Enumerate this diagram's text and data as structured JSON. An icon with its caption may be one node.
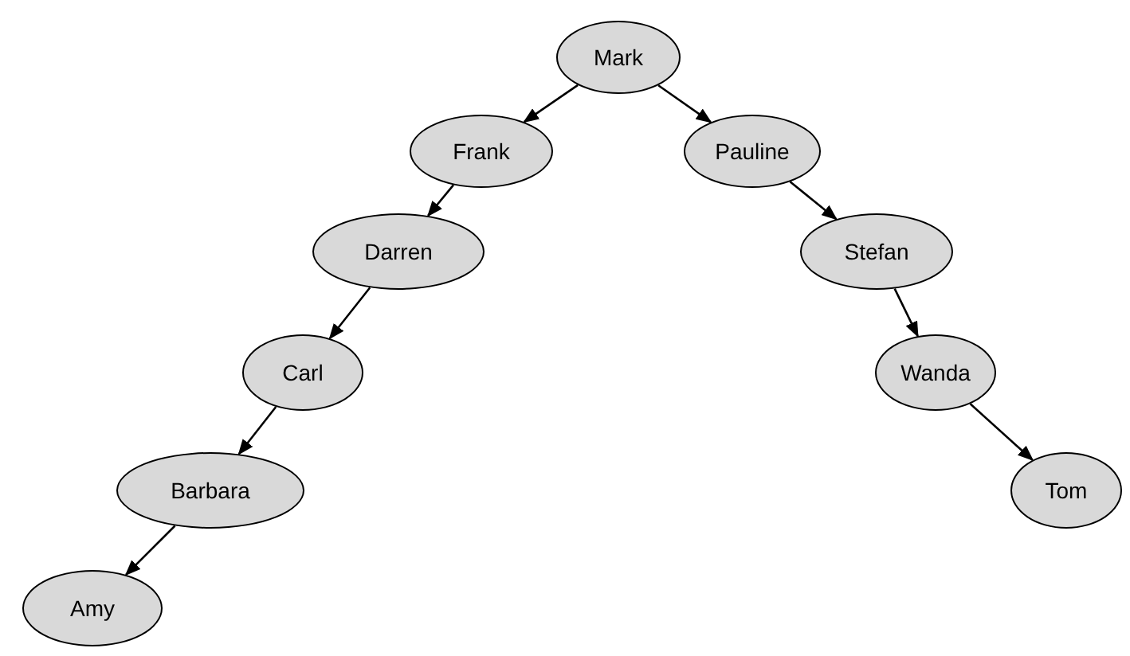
{
  "diagram": {
    "nodes": [
      {
        "text": [
          "Mark"
        ]
      },
      {
        "text": [
          "Frank"
        ]
      },
      {
        "text": [
          "Pauline"
        ]
      },
      {
        "text": [
          "Darren"
        ]
      },
      {
        "text": [
          "Stefan"
        ]
      },
      {
        "text": [
          "Carl"
        ]
      },
      {
        "text": [
          "Wanda"
        ]
      },
      {
        "text": [
          "Barbara"
        ]
      },
      {
        "text": [
          "Tom"
        ]
      },
      {
        "text": [
          "Amy"
        ]
      }
    ],
    "edges": [
      {
        "from": 0,
        "to": 1,
        "arrow": "to"
      },
      {
        "from": 0,
        "to": 2,
        "arrow": "to"
      },
      {
        "from": 1,
        "to": 3,
        "arrow": "to"
      },
      {
        "from": 3,
        "to": 5,
        "arrow": "to"
      },
      {
        "from": 5,
        "to": 7,
        "arrow": "to"
      },
      {
        "from": 7,
        "to": 9,
        "arrow": "to"
      },
      {
        "from": 2,
        "to": 4,
        "arrow": "to"
      },
      {
        "from": 4,
        "to": 6,
        "arrow": "to"
      },
      {
        "from": 6,
        "to": 8,
        "arrow": "to"
      }
    ]
  }
}
